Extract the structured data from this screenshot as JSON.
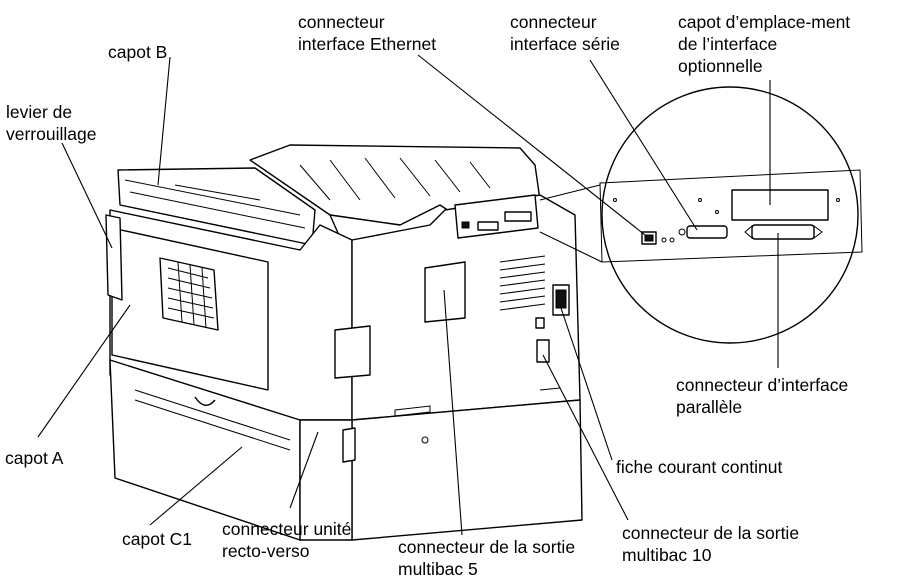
{
  "labels": {
    "capot_b": "capot B",
    "levier": "levier de\nverrouillage",
    "ethernet": "connecteur\ninterface Ethernet",
    "serie": "connecteur\ninterface série",
    "option": "capot d’emplace-ment\nde l’interface\noptionnelle",
    "parallele": "connecteur d’interface\nparallèle",
    "capot_a": "capot A",
    "fiche": "fiche courant continut",
    "capot_c1": "capot C1",
    "recto": "connecteur unité\nrecto-verso",
    "sortie5": "connecteur de la sortie\nmultibac 5",
    "sortie10": "connecteur de la sortie\nmultibac 10"
  }
}
